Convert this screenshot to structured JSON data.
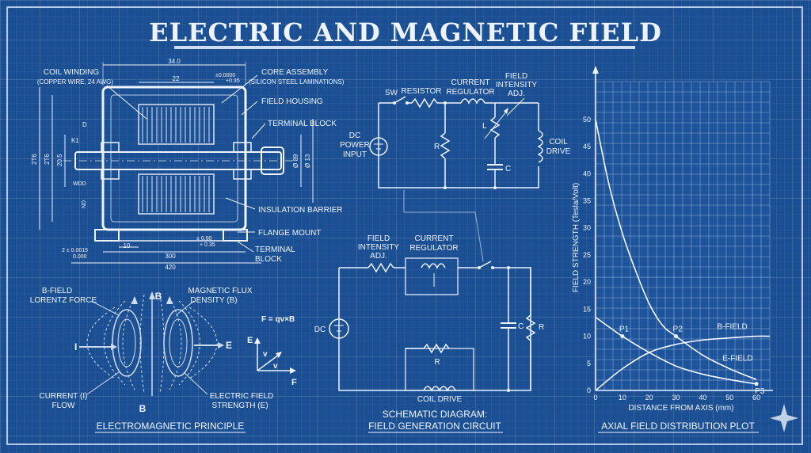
{
  "title": "ELECTRIC AND MAGNETIC FIELD",
  "motor": {
    "callouts_left": [
      "COIL WINDING",
      "(COPPER WIRE, 24 AWG)"
    ],
    "callouts_right": [
      {
        "label": "CORE ASSEMBLY",
        "sub": "(SILICON STEEL LAMINATIONS)"
      },
      {
        "label": "FIELD HOUSING"
      },
      {
        "label": "TERMINAL BLOCK"
      },
      {
        "label": "INSULATION BARRIER"
      },
      {
        "label": "FLANGE MOUNT"
      },
      {
        "label": "TERMINAL",
        "sub": "BLOCK"
      }
    ],
    "dims": {
      "top": "34.0",
      "inner": "22",
      "tol_top": "±0.0000",
      "tol_top2": "+0.35",
      "bottom1": "10",
      "bottom2": "300",
      "bottom3": "420",
      "left1": "2T6",
      "left2": "2T6",
      "left3": "20.5",
      "right1": "Ø 89",
      "right2": "Ø 13",
      "tol_bottom": "± 0.00",
      "tol_bottom2": "+ 0.35",
      "tol_left": "2 ± 0.0015",
      "tol_left2": "0.000",
      "k": "K1",
      "wdd": "WDD",
      "nd": "ND",
      "d": "D"
    }
  },
  "em": {
    "labels": {
      "bfield": "B-FIELD",
      "lorentz": "LORENTZ FORCE",
      "flux1": "MAGNETIC FLUX",
      "flux2": "DENSITY (B)",
      "b_top": "B",
      "b_bottom": "B",
      "i": "I",
      "e": "E",
      "current1": "CURRENT (I)",
      "current2": "FLOW",
      "efield1": "ELECTRIC FIELD",
      "efield2": "STRENGTH (E)",
      "formula": "F = qv×B",
      "vec_e": "E",
      "vec_v": "v",
      "vec_v2": "v",
      "vec_f": "F"
    },
    "caption": "ELECTROMAGNETIC PRINCIPLE"
  },
  "circuit1": {
    "sw": "SW",
    "resistor": "RESISTOR",
    "reg1": "CURRENT",
    "reg2": "REGULATOR",
    "fia1": "FIELD",
    "fia2": "INTENSITY",
    "fia3": "ADJ.",
    "dc1": "DC",
    "dc2": "POWER",
    "dc3": "INPUT",
    "r": "R",
    "l": "L",
    "c": "C",
    "coil1": "COIL",
    "coil2": "DRIVE"
  },
  "circuit2": {
    "fia1": "FIELD",
    "fia2": "INTENSITY",
    "fia3": "ADJ.",
    "reg1": "CURRENT",
    "reg2": "REGULATOR",
    "dc": "DC",
    "r": "R",
    "c": "C",
    "r2": "R",
    "coil": "COIL DRIVE"
  },
  "schematic_caption": [
    "SCHEMATIC DIAGRAM:",
    "FIELD GENERATION CIRCUIT"
  ],
  "chart_data": {
    "type": "line",
    "title": "AXIAL FIELD DISTRIBUTION PLOT",
    "xlabel": "DISTANCE FROM AXIS (mm)",
    "ylabel": "FIELD STRENGTH (Tesla/Volt)",
    "xlim": [
      0,
      65
    ],
    "xticks": [
      0,
      10,
      20,
      30,
      40,
      50,
      60
    ],
    "yticks": [
      0,
      5,
      10,
      15,
      20,
      25,
      30,
      35,
      40,
      45,
      50
    ],
    "series": [
      {
        "name": "B-FIELD",
        "x": [
          0,
          10,
          20,
          30,
          40,
          50,
          60,
          65
        ],
        "y": [
          0,
          4,
          7,
          8.5,
          9.3,
          9.7,
          10,
          10
        ]
      },
      {
        "name": "E-FIELD",
        "x": [
          0,
          10,
          20,
          30,
          40,
          50,
          60
        ],
        "y": [
          13.5,
          10,
          7,
          4.5,
          3,
          2,
          1.2
        ]
      },
      {
        "name": "",
        "x": [
          0,
          5,
          10,
          15,
          20,
          25,
          30,
          40,
          50,
          60
        ],
        "y": [
          50,
          38,
          29,
          22,
          16,
          12,
          10,
          6.5,
          4,
          2
        ]
      }
    ],
    "points": [
      {
        "label": "P1",
        "x": 10,
        "y": 10
      },
      {
        "label": "P2",
        "x": 30,
        "y": 10
      },
      {
        "label": "P3",
        "x": 60,
        "y": 1.2
      }
    ],
    "grid": true
  }
}
